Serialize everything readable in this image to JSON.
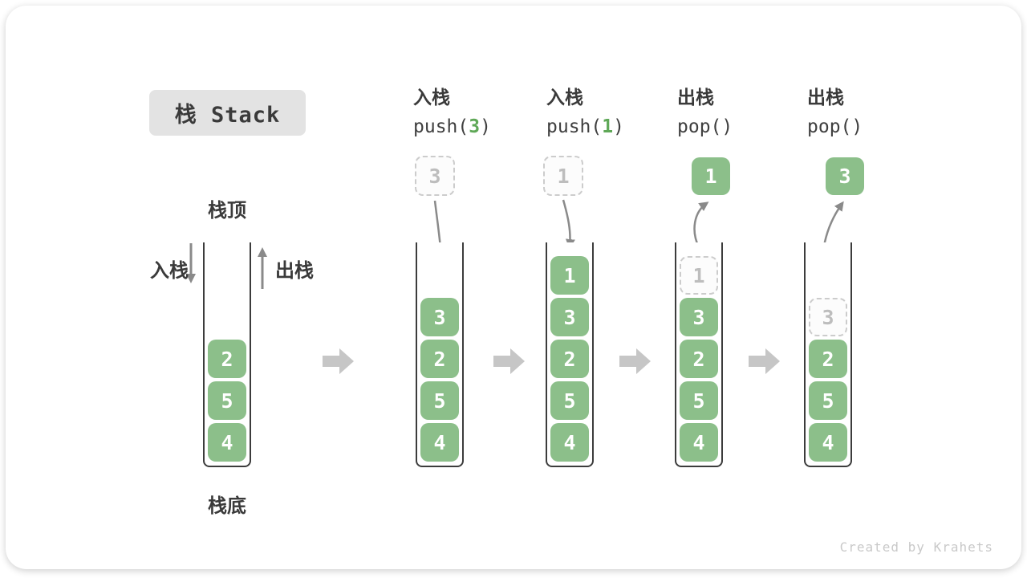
{
  "title": "栈 Stack",
  "labels": {
    "stack_top": "栈顶",
    "stack_bottom": "栈底",
    "push_side": "入栈",
    "pop_side": "出栈"
  },
  "operations": [
    {
      "label": "入栈",
      "fn": "push(",
      "arg": "3",
      "suffix": ")"
    },
    {
      "label": "入栈",
      "fn": "push(",
      "arg": "1",
      "suffix": ")"
    },
    {
      "label": "出栈",
      "fn": "pop(",
      "arg": "",
      "suffix": ")"
    },
    {
      "label": "出栈",
      "fn": "pop(",
      "arg": "",
      "suffix": ")"
    }
  ],
  "floating_items": [
    {
      "value": "3",
      "style": "dashed"
    },
    {
      "value": "1",
      "style": "dashed"
    },
    {
      "value": "1",
      "style": "solid"
    },
    {
      "value": "3",
      "style": "solid"
    }
  ],
  "stacks": [
    {
      "cells": [
        {
          "value": "2",
          "style": "solid"
        },
        {
          "value": "5",
          "style": "solid"
        },
        {
          "value": "4",
          "style": "solid"
        }
      ]
    },
    {
      "cells": [
        {
          "value": "3",
          "style": "solid"
        },
        {
          "value": "2",
          "style": "solid"
        },
        {
          "value": "5",
          "style": "solid"
        },
        {
          "value": "4",
          "style": "solid"
        }
      ]
    },
    {
      "cells": [
        {
          "value": "1",
          "style": "solid"
        },
        {
          "value": "3",
          "style": "solid"
        },
        {
          "value": "2",
          "style": "solid"
        },
        {
          "value": "5",
          "style": "solid"
        },
        {
          "value": "4",
          "style": "solid"
        }
      ]
    },
    {
      "cells": [
        {
          "value": "1",
          "style": "dashed"
        },
        {
          "value": "3",
          "style": "solid"
        },
        {
          "value": "2",
          "style": "solid"
        },
        {
          "value": "5",
          "style": "solid"
        },
        {
          "value": "4",
          "style": "solid"
        }
      ]
    },
    {
      "cells": [
        {
          "value": "3",
          "style": "dashed"
        },
        {
          "value": "2",
          "style": "solid"
        },
        {
          "value": "5",
          "style": "solid"
        },
        {
          "value": "4",
          "style": "solid"
        }
      ]
    }
  ],
  "watermark": "Created by Krahets",
  "colors": {
    "cell_green": "#8CBF8A",
    "op_arg_green": "#5FA857",
    "dashed_border": "#cccccc",
    "arrow_gray": "#8a8a8a",
    "block_arrow_gray": "#c6c6c6",
    "badge_bg": "#e3e3e3",
    "text_dark": "#3a3a3a"
  }
}
